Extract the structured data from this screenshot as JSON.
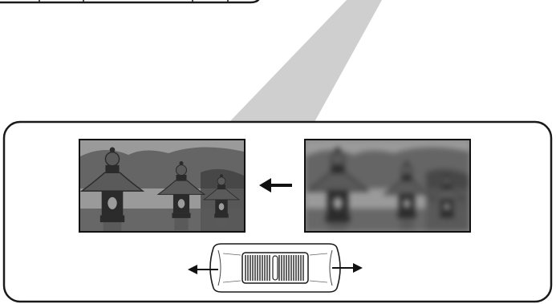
{
  "figure": {
    "subject": "stone-lanterns-photo",
    "callout_from": "projector-panel-top",
    "colors": {
      "outline": "#1a1a1a",
      "beam": "#cfcfcf",
      "panel_fill": "#ffffff",
      "sky": "#9a9a9a",
      "stone_dark": "#2b2b2b",
      "stone_mid": "#5a5a5a",
      "stone_light": "#9c9c9c",
      "foliage": "#3a3a3a"
    },
    "result_arrow": {
      "direction": "left",
      "meaning": "blurred-to-sharp"
    },
    "focus_ring": {
      "adjust_directions": [
        "left",
        "right"
      ],
      "icon": "focus-ring-icon"
    }
  }
}
